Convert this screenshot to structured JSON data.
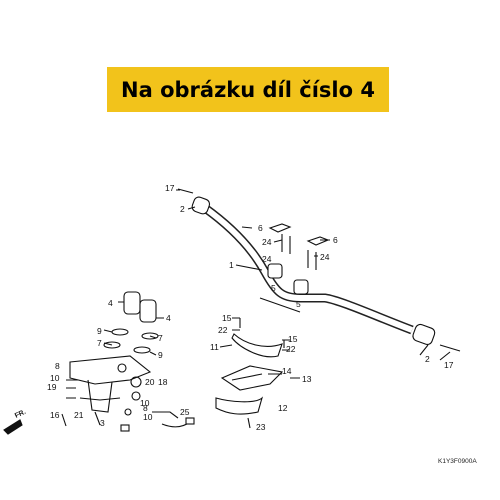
{
  "banner": {
    "text": "Na obrázku díl číslo 4",
    "color": "#f2c31b"
  },
  "diagram_code": "K1Y3F0900A",
  "direction_label": "FR.",
  "callouts": [
    "17",
    "2",
    "6",
    "24",
    "6",
    "24",
    "24",
    "1",
    "5",
    "5",
    "4",
    "4",
    "9",
    "7",
    "7",
    "9",
    "15",
    "22",
    "11",
    "15",
    "22",
    "14",
    "13",
    "2",
    "17",
    "8",
    "10",
    "19",
    "16",
    "21",
    "3",
    "20",
    "18",
    "8",
    "10",
    "25",
    "12",
    "23",
    "10"
  ]
}
